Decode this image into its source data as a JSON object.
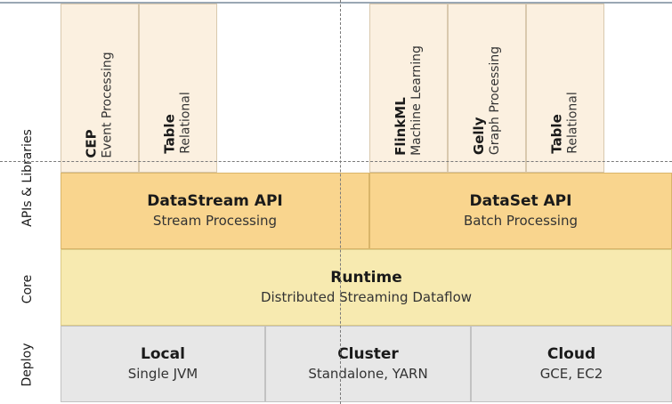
{
  "side_labels": {
    "apis": "APIs & Libraries",
    "core": "Core",
    "deploy": "Deploy"
  },
  "libraries": [
    {
      "name": "CEP",
      "desc": "Event Processing"
    },
    {
      "name": "Table",
      "desc": "Relational"
    },
    {
      "name": "FlinkML",
      "desc": "Machine Learning"
    },
    {
      "name": "Gelly",
      "desc": "Graph Processing"
    },
    {
      "name": "Table",
      "desc": "Relational"
    }
  ],
  "apis": [
    {
      "title": "DataStream API",
      "subtitle": "Stream Processing"
    },
    {
      "title": "DataSet API",
      "subtitle": "Batch Processing"
    }
  ],
  "core": {
    "title": "Runtime",
    "subtitle": "Distributed Streaming Dataflow"
  },
  "deploy": [
    {
      "title": "Local",
      "subtitle": "Single JVM"
    },
    {
      "title": "Cluster",
      "subtitle": "Standalone, YARN"
    },
    {
      "title": "Cloud",
      "subtitle": "GCE, EC2"
    }
  ],
  "colors": {
    "library": "#fbf0e0",
    "api": "#f9d58e",
    "core": "#f7eab0",
    "deploy": "#e7e7e7"
  }
}
